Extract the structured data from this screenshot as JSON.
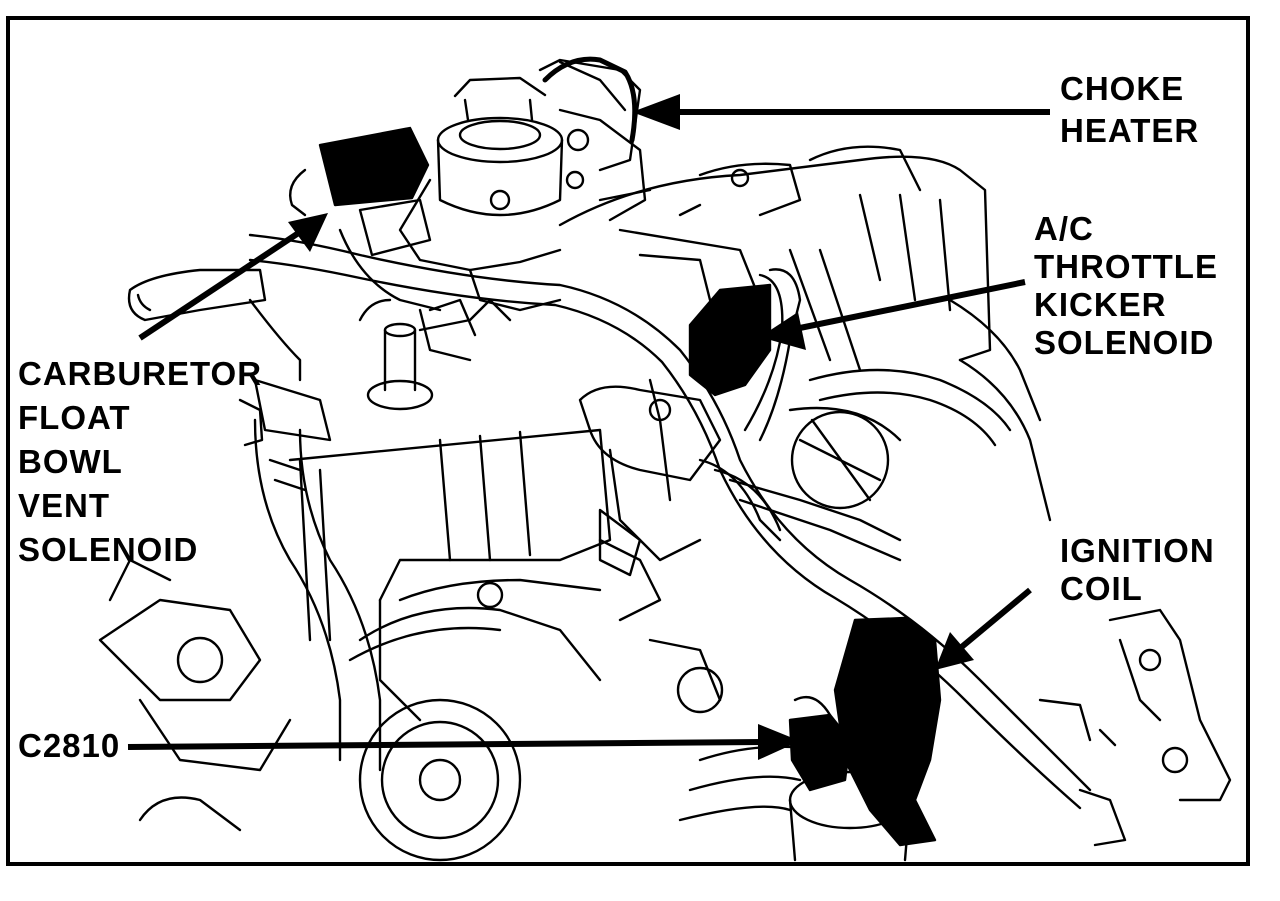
{
  "labels": {
    "choke_heater": [
      "CHOKE",
      "HEATER"
    ],
    "ac_throttle_kicker_solenoid": [
      "A/C",
      "THROTTLE",
      "KICKER",
      "SOLENOID"
    ],
    "carburetor_float_bowl_vent_solenoid": [
      "CARBURETOR",
      "FLOAT",
      "BOWL",
      "VENT",
      "SOLENOID"
    ],
    "ignition_coil": [
      "IGNITION",
      "COIL"
    ],
    "connector": "C2810"
  },
  "caption": "",
  "colors": {
    "ink": "#000000",
    "paper": "#ffffff"
  }
}
